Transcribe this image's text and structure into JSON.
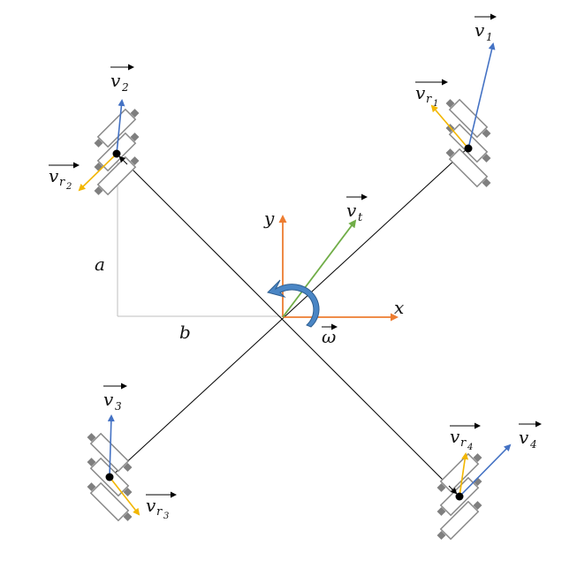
{
  "labels": {
    "v1": "v",
    "v1_sub": "1",
    "v2": "v",
    "v2_sub": "2",
    "v3": "v",
    "v3_sub": "3",
    "v4": "v",
    "v4_sub": "4",
    "vr": "v",
    "r": "r",
    "vr1_sub": "1",
    "vr2_sub": "2",
    "vr3_sub": "3",
    "vr4_sub": "4",
    "vt": "v",
    "vt_sub": "t",
    "omega": "ω",
    "x": "x",
    "y": "y",
    "a": "a",
    "b": "b"
  },
  "colors": {
    "wheel_velocity": "#4472c4",
    "roller_velocity": "#f2b600",
    "axes": "#ed7d31",
    "body_velocity": "#70ad47",
    "rotation": "#4a86c5",
    "wheel_outline": "#8a8a8a",
    "roller": "#7f7f7f",
    "frame": "#000000",
    "dimension": "#bfbfbf"
  }
}
